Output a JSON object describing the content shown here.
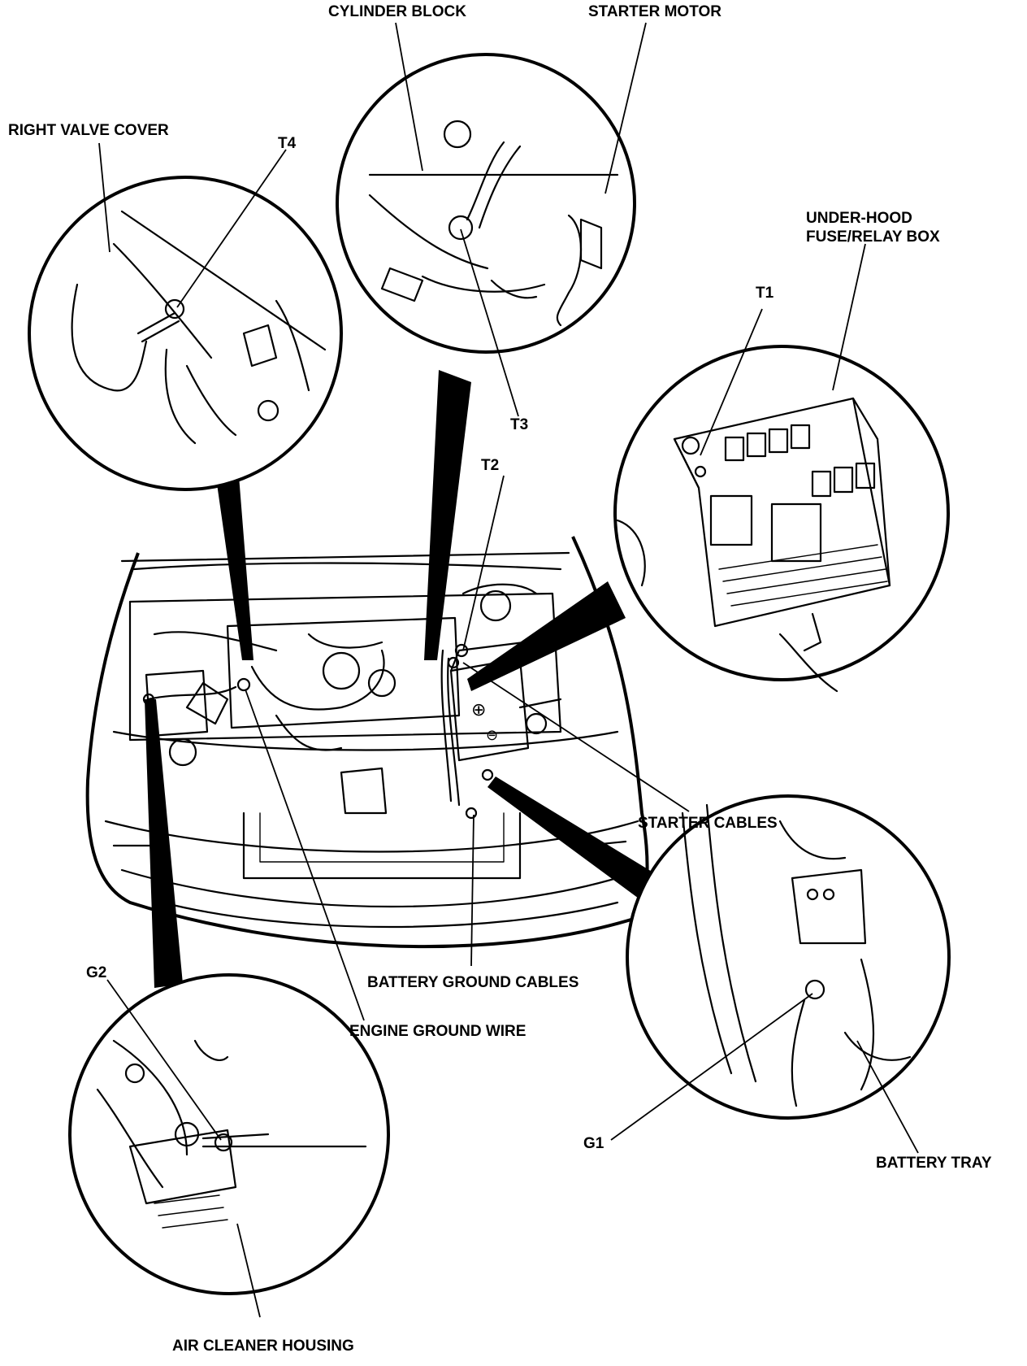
{
  "labels": {
    "cylinder_block": "CYLINDER BLOCK",
    "starter_motor": "STARTER MOTOR",
    "right_valve_cover": "RIGHT VALVE COVER",
    "t4": "T4",
    "t3": "T3",
    "t2": "T2",
    "t1": "T1",
    "under_hood_fuse_line1": "UNDER-HOOD",
    "under_hood_fuse_line2": "FUSE/RELAY BOX",
    "starter_cables": "STARTER CABLES",
    "battery_ground_cables": "BATTERY GROUND CABLES",
    "engine_ground_wire": "ENGINE GROUND WIRE",
    "g2": "G2",
    "g1": "G1",
    "battery_tray": "BATTERY TRAY",
    "air_cleaner_housing": "AIR CLEANER HOUSING"
  },
  "battery_symbols": {
    "positive": "⊕",
    "negative": "⊖"
  }
}
